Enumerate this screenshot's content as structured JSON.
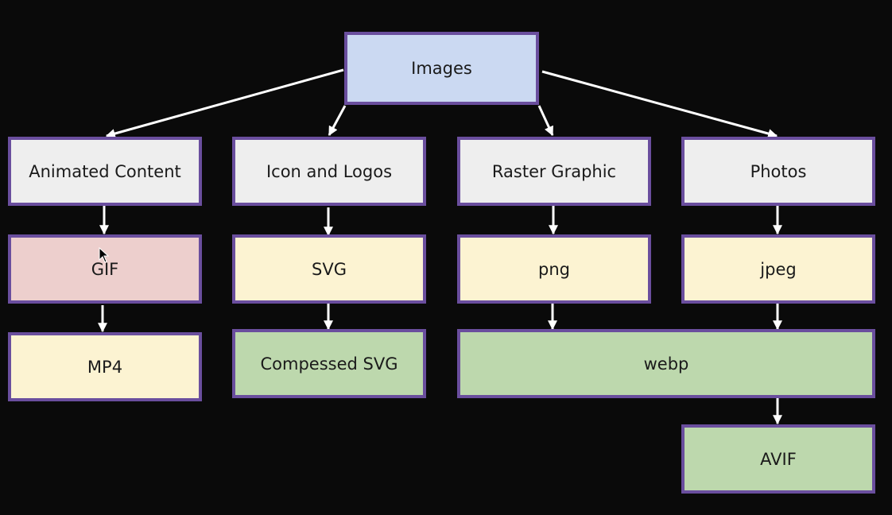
{
  "colors": {
    "background": "#0a0a0a",
    "border": "#6a4e9e",
    "root": "#cbd9f2",
    "category": "#eeeeee",
    "gif": "#edcfcd",
    "format": "#fcf3d2",
    "optimized": "#bdd8ad",
    "arrow": "#ffffff"
  },
  "nodes": {
    "root": "Images",
    "animated": "Animated Content",
    "icons": "Icon and Logos",
    "raster": "Raster Graphic",
    "photos": "Photos",
    "gif": "GIF",
    "svg": "SVG",
    "png": "png",
    "jpeg": "jpeg",
    "mp4": "MP4",
    "compressed_svg": "Compessed SVG",
    "webp": "webp",
    "avif": "AVIF"
  }
}
